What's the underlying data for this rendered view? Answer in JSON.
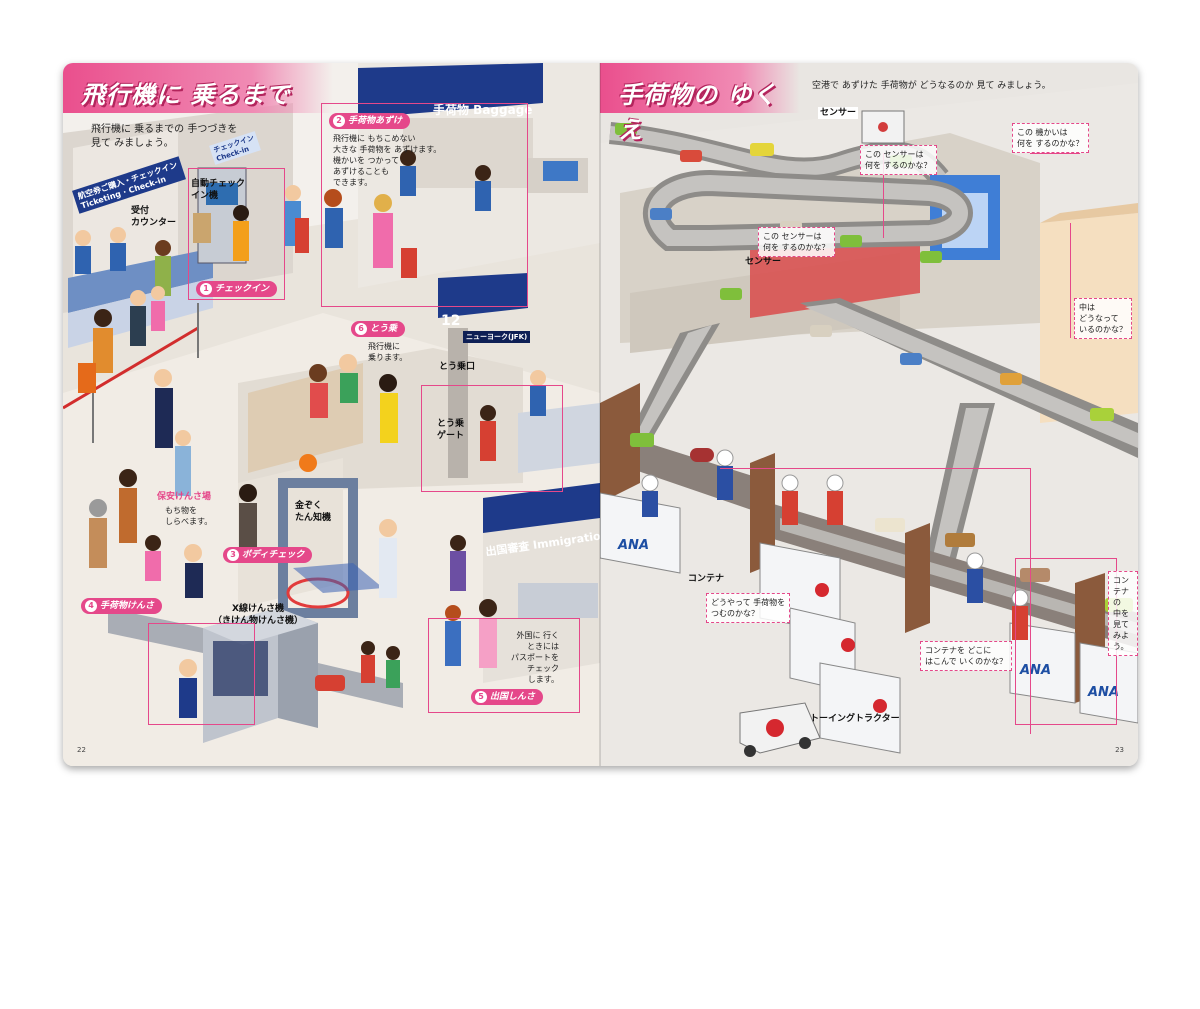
{
  "left_page": {
    "title": "飛行機に 乗るまで",
    "intro": "飛行機に 乗るまでの 手つづきを\n見て みましょう。",
    "signs": {
      "baggage": "手荷物 Baggage",
      "ticketing": "航空券ご購入・チェックイン\nTicketing · Check-in",
      "checkin": "チェックイン\nCheck-in",
      "gate_number": "12",
      "gate_board": "ニューヨーク(JFK)",
      "immigration": "出国審査 Immigration"
    },
    "labels": {
      "counter": "受付\nカウンター",
      "auto_checkin": "自動チェック\nイン機",
      "security_area": "保安けんさ場",
      "security_note": "もち物を\nしらべます。",
      "metal_detector": "金ぞく\nたん知機",
      "xray": "X線けんさ機\n（きけん物けんさ機）",
      "boarding_gate_entry": "とう乗口",
      "boarding_gate": "とう乗\nゲート"
    },
    "steps": [
      {
        "num": "1",
        "label": "チェックイン"
      },
      {
        "num": "2",
        "label": "手荷物あずけ"
      },
      {
        "num": "3",
        "label": "ボディチェック"
      },
      {
        "num": "4",
        "label": "手荷物けんさ"
      },
      {
        "num": "5",
        "label": "出国しんさ"
      },
      {
        "num": "6",
        "label": "とう乗"
      }
    ],
    "notes": {
      "baggage_desc": "飛行機に もちこめない\n大きな 手荷物を あずけます。\n機かいを つかって\nあずけることも\nできます。",
      "boarding_desc": "飛行機に\n乗ります。",
      "immigration_desc": "外国に 行く\nときには\nパスポートを\nチェック\nします。"
    },
    "page_number": "22"
  },
  "right_page": {
    "title": "手荷物の ゆくえ",
    "intro": "空港で あずけた 手荷物が どうなるのか 見て みましょう。",
    "labels": {
      "sensor_top": "センサー",
      "sensor_mid": "センサー",
      "container": "コンテナ",
      "towing_tractor": "トーイングトラクター",
      "ana_logo": "ANA"
    },
    "questions": {
      "machine": "この 機かいは\n何を するのかな？",
      "sensor_1": "この センサーは\n何を するのかな？",
      "sensor_2": "この センサーは\n何を するのかな？",
      "inside": "中は\nどうなって\nいるのかな？",
      "load": "どうやって 手荷物を\nつむのかな？",
      "container_where": "コンテナを どこに\nはこんで いくのかな？",
      "container_look": "コンテナの\n中を 見て\nみよう。"
    },
    "page_number": "23"
  },
  "colors": {
    "accent_pink": "#e5488a",
    "navy_sign": "#1e3a8a",
    "ana_blue": "#1d4ea3"
  }
}
